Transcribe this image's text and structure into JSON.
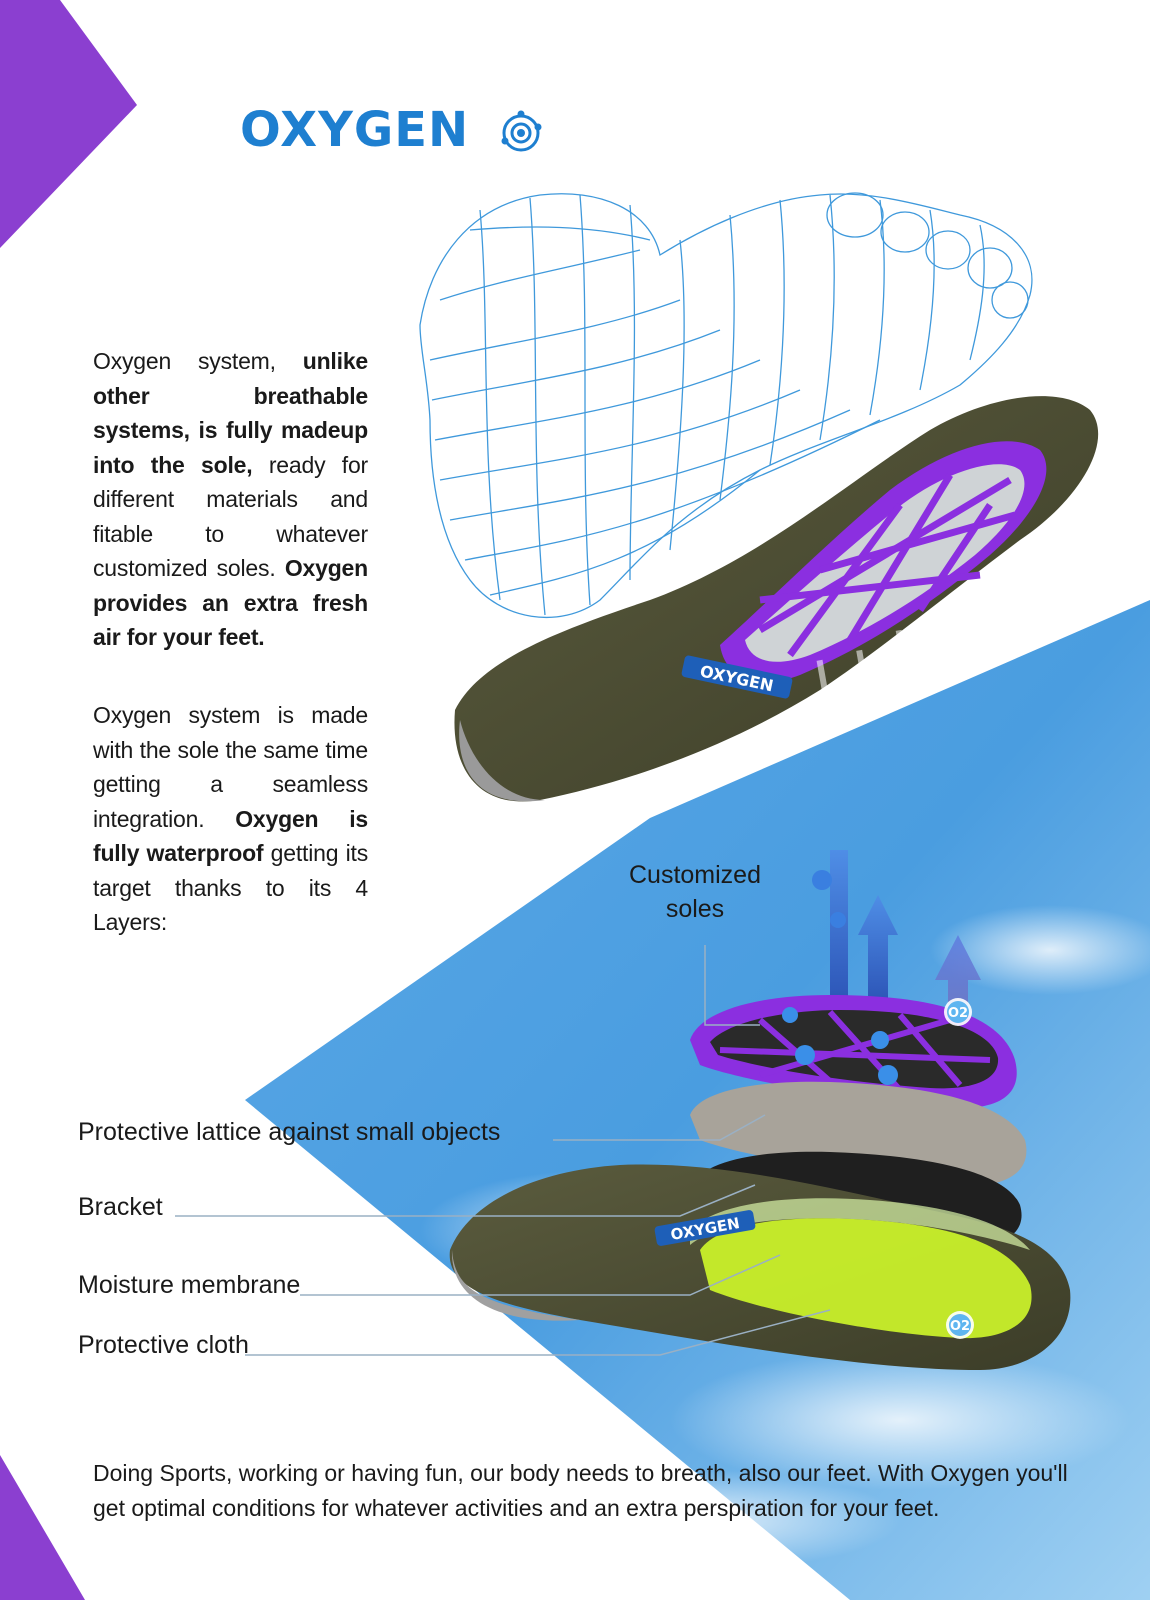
{
  "brand": {
    "name": "OXYGEN",
    "primary_color": "#1e7fd0",
    "accent_color": "#8b3fd0",
    "icon": "atom-icon"
  },
  "intro": {
    "p1": [
      {
        "text": "Oxygen system, ",
        "bold": false
      },
      {
        "text": "unlike other breathable systems, is fully madeup into the sole,",
        "bold": true
      },
      {
        "text": " ready for different materials and fitable to whatever customized soles. ",
        "bold": false
      },
      {
        "text": "Oxygen provides an extra fresh air for your feet.",
        "bold": true
      }
    ],
    "p2": [
      {
        "text": "Oxygen system is made with the sole the same time getting a seamless integration. ",
        "bold": false
      },
      {
        "text": "Oxygen is fully waterproof",
        "bold": true
      },
      {
        "text": " getting its target thanks to its 4 Layers:",
        "bold": false
      }
    ]
  },
  "sole_badge": "OXYGEN",
  "layers": {
    "customized_soles": "Customized soles",
    "lattice": "Protective lattice against small objects",
    "bracket": "Bracket",
    "membrane": "Moisture membrane",
    "cloth": "Protective cloth"
  },
  "o2_badge": "O2",
  "footer": "Doing Sports, working or having fun, our body needs to breath, also our feet. With Oxygen you'll get optimal conditions for whatever activities and an extra perspiration for your feet."
}
